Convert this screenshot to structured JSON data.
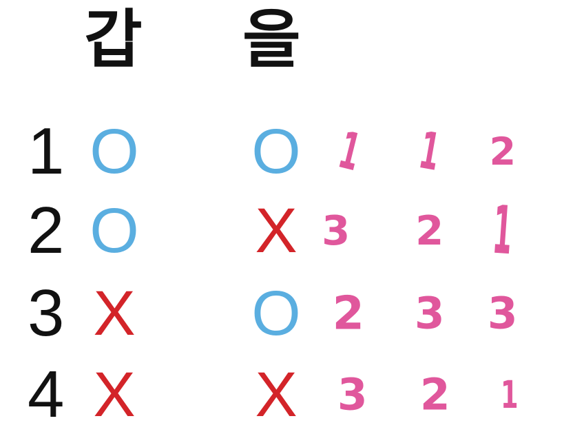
{
  "headers": {
    "gap": "갑",
    "eul": "을"
  },
  "colors": {
    "o": "#5aaee0",
    "x": "#d32429",
    "handwriting": "#e0579c",
    "text": "#111111"
  },
  "rows": [
    {
      "num": "1",
      "gap": "O",
      "eul": "O",
      "marks": [
        "1",
        "1",
        "2"
      ]
    },
    {
      "num": "2",
      "gap": "O",
      "eul": "X",
      "marks": [
        "3",
        "2",
        "1"
      ]
    },
    {
      "num": "3",
      "gap": "X",
      "eul": "O",
      "marks": [
        "2",
        "3",
        "3"
      ]
    },
    {
      "num": "4",
      "gap": "X",
      "eul": "X",
      "marks": [
        "3",
        "2",
        "1"
      ]
    }
  ]
}
